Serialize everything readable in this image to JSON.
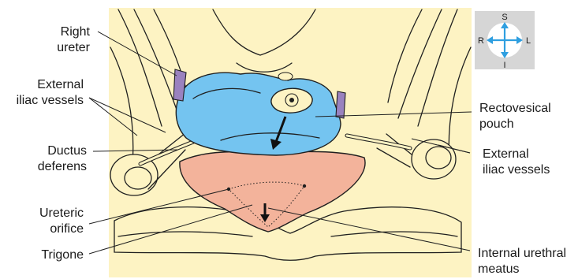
{
  "labels": {
    "right_ureter": [
      "Right",
      "ureter"
    ],
    "ext_iliac_left": [
      "External",
      "iliac vessels"
    ],
    "ductus_deferens": [
      "Ductus",
      "deferens"
    ],
    "ureteric_orifice": [
      "Ureteric",
      "orifice"
    ],
    "trigone": "Trigone",
    "rectovesical_pouch": [
      "Rectovesical",
      "pouch"
    ],
    "ext_iliac_right": [
      "External",
      "iliac vessels"
    ],
    "internal_urethral_meatus": [
      "Internal urethral",
      "meatus"
    ]
  },
  "orientation": {
    "top": "S",
    "left": "R",
    "right": "L",
    "bottom": "I"
  },
  "colors": {
    "background": "#fdf3c3",
    "pouch_blue": "#74c4f0",
    "bladder_pink": "#f3b39b",
    "ureter_purple": "#9a82bf",
    "compass_box": "#d6d6d6",
    "compass_arrow": "#2f9fe0"
  }
}
